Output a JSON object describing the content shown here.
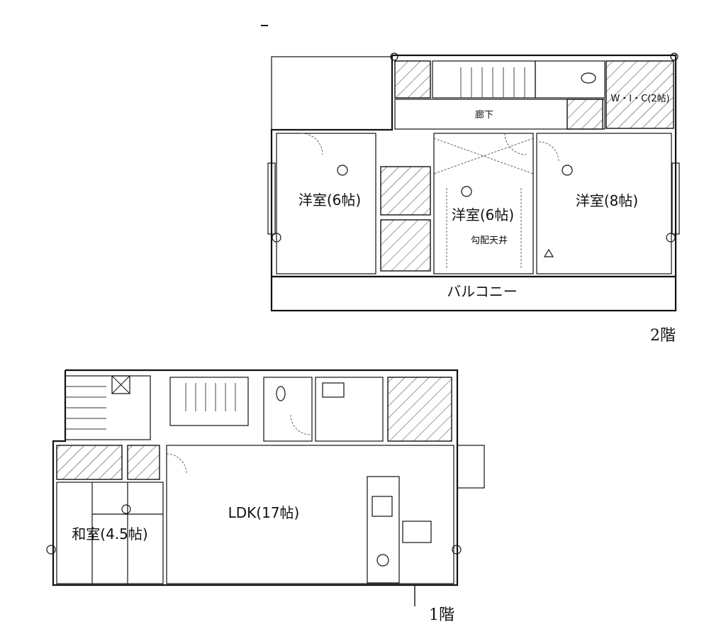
{
  "floors": {
    "second": {
      "floor_label": "2階",
      "rooms": {
        "western_6_left": "洋室(6帖)",
        "western_6_center": "洋室(6帖)",
        "western_8": "洋室(8帖)",
        "wic": "W・I・C(2帖)",
        "hallway": "廊下",
        "balcony": "バルコニー",
        "sloped_ceiling": "勾配天井"
      }
    },
    "first": {
      "floor_label": "1階",
      "rooms": {
        "ldk": "LDK(17帖)",
        "japanese": "和室(4.5帖)"
      }
    }
  }
}
